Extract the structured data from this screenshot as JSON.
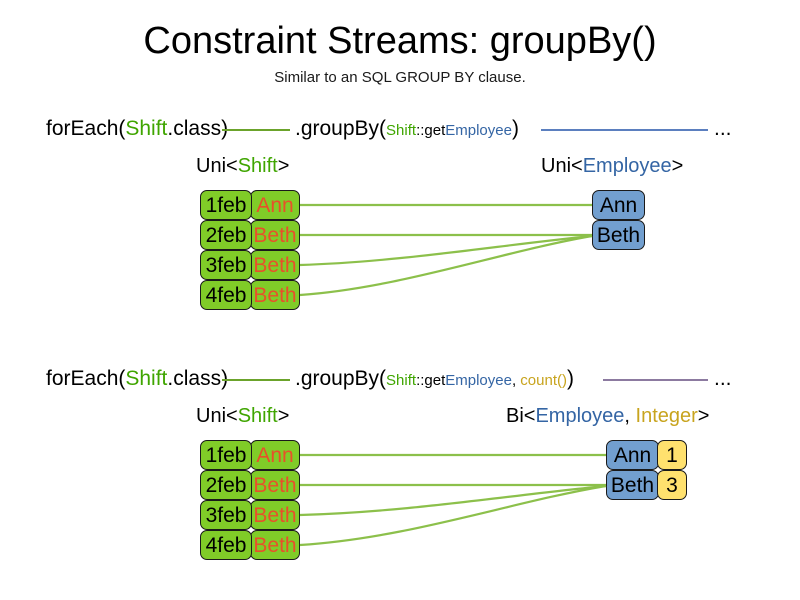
{
  "header": {
    "title": "Constraint Streams: groupBy()",
    "subtitle": "Similar to an SQL GROUP BY clause."
  },
  "colors": {
    "shift_green": "#3FA500",
    "employee_blue": "#3465A4",
    "integer_gold": "#C8A41E",
    "box_green": "#80CC28",
    "box_blue": "#729FCF",
    "box_yellow": "#FFE16E",
    "name_orange": "#E8502A",
    "connector_green": "#6BA32B",
    "connector_blue": "#5B7FBF",
    "connector_purple": "#8C7AA0",
    "link_line": "#8CC04B"
  },
  "sections": [
    {
      "id": "groupby-single",
      "code": {
        "foreach_prefix": "forEach(",
        "foreach_type": "Shift",
        "foreach_suffix": ".class)",
        "groupby_prefix": ".groupBy(",
        "arg_class": "Shift",
        "arg_method": "::get",
        "arg_property": "Employee",
        "groupby_suffix": ")",
        "ellipsis": "..."
      },
      "left_label": {
        "outer_open": "Uni<",
        "generic": "Shift",
        "outer_close": ">"
      },
      "right_label": {
        "outer_open": "Uni<",
        "generic": "Employee",
        "outer_close": ">"
      },
      "left_rows": [
        {
          "date": "1feb",
          "name": "Ann"
        },
        {
          "date": "2feb",
          "name": "Beth"
        },
        {
          "date": "3feb",
          "name": "Beth"
        },
        {
          "date": "4feb",
          "name": "Beth"
        }
      ],
      "right_rows": [
        {
          "employee": "Ann"
        },
        {
          "employee": "Beth"
        }
      ]
    },
    {
      "id": "groupby-count",
      "code": {
        "foreach_prefix": "forEach(",
        "foreach_type": "Shift",
        "foreach_suffix": ".class)",
        "groupby_prefix": ".groupBy(",
        "arg_class": "Shift",
        "arg_method": "::get",
        "arg_property": "Employee",
        "arg_separator": ", ",
        "arg_collector": "count()",
        "groupby_suffix": ")",
        "ellipsis": "..."
      },
      "left_label": {
        "outer_open": "Uni<",
        "generic": "Shift",
        "outer_close": ">"
      },
      "right_label": {
        "outer_open": "Bi<",
        "generic": "Employee",
        "separator": ", ",
        "generic2": "Integer",
        "outer_close": ">"
      },
      "left_rows": [
        {
          "date": "1feb",
          "name": "Ann"
        },
        {
          "date": "2feb",
          "name": "Beth"
        },
        {
          "date": "3feb",
          "name": "Beth"
        },
        {
          "date": "4feb",
          "name": "Beth"
        }
      ],
      "right_rows": [
        {
          "employee": "Ann",
          "count": "1"
        },
        {
          "employee": "Beth",
          "count": "3"
        }
      ]
    }
  ]
}
